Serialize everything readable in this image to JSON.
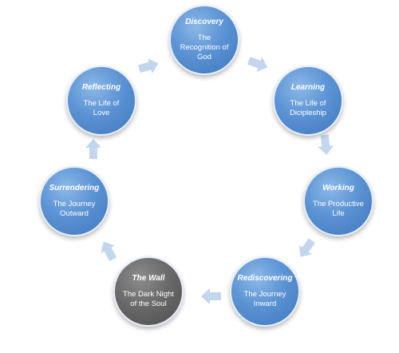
{
  "stages": [
    {
      "title": "Discovery",
      "subtitle": "The\nRecognition of\nGod",
      "tone": "blue"
    },
    {
      "title": "Learning",
      "subtitle": "The Life of\nDicipleship",
      "tone": "blue"
    },
    {
      "title": "Working",
      "subtitle": "The Productive\nLife",
      "tone": "blue"
    },
    {
      "title": "Rediscovering",
      "subtitle": "The  Journey\nInward",
      "tone": "blue"
    },
    {
      "title": "The Wall",
      "subtitle": "The Dark Night\nof the Soul",
      "tone": "gray"
    },
    {
      "title": "Surrendering",
      "subtitle": "The Journey\nOutward",
      "tone": "blue"
    },
    {
      "title": "Reflecting",
      "subtitle": "The Life of\nLove",
      "tone": "blue"
    }
  ],
  "colors": {
    "node_blue": "#5b93d4",
    "node_gray": "#6a6a6a",
    "arrow": "#c2d6ee"
  }
}
